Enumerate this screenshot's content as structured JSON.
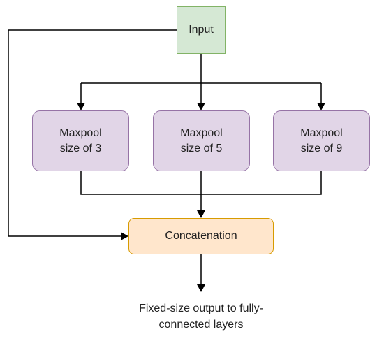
{
  "nodes": {
    "input": {
      "label": "Input"
    },
    "maxpools": [
      {
        "line1": "Maxpool",
        "line2": "size of 3"
      },
      {
        "line1": "Maxpool",
        "line2": "size of 5"
      },
      {
        "line1": "Maxpool",
        "line2": "size of 9"
      }
    ],
    "concatenation": {
      "label": "Concatenation"
    },
    "output": {
      "line1": "Fixed-size output to fully-",
      "line2": "connected layers"
    }
  },
  "colors": {
    "input_fill": "#d5e8d4",
    "input_stroke": "#82b366",
    "maxpool_fill": "#e1d5e7",
    "maxpool_stroke": "#9673a6",
    "concat_fill": "#ffe6cc",
    "concat_stroke": "#d79b00",
    "edge": "#000000"
  }
}
